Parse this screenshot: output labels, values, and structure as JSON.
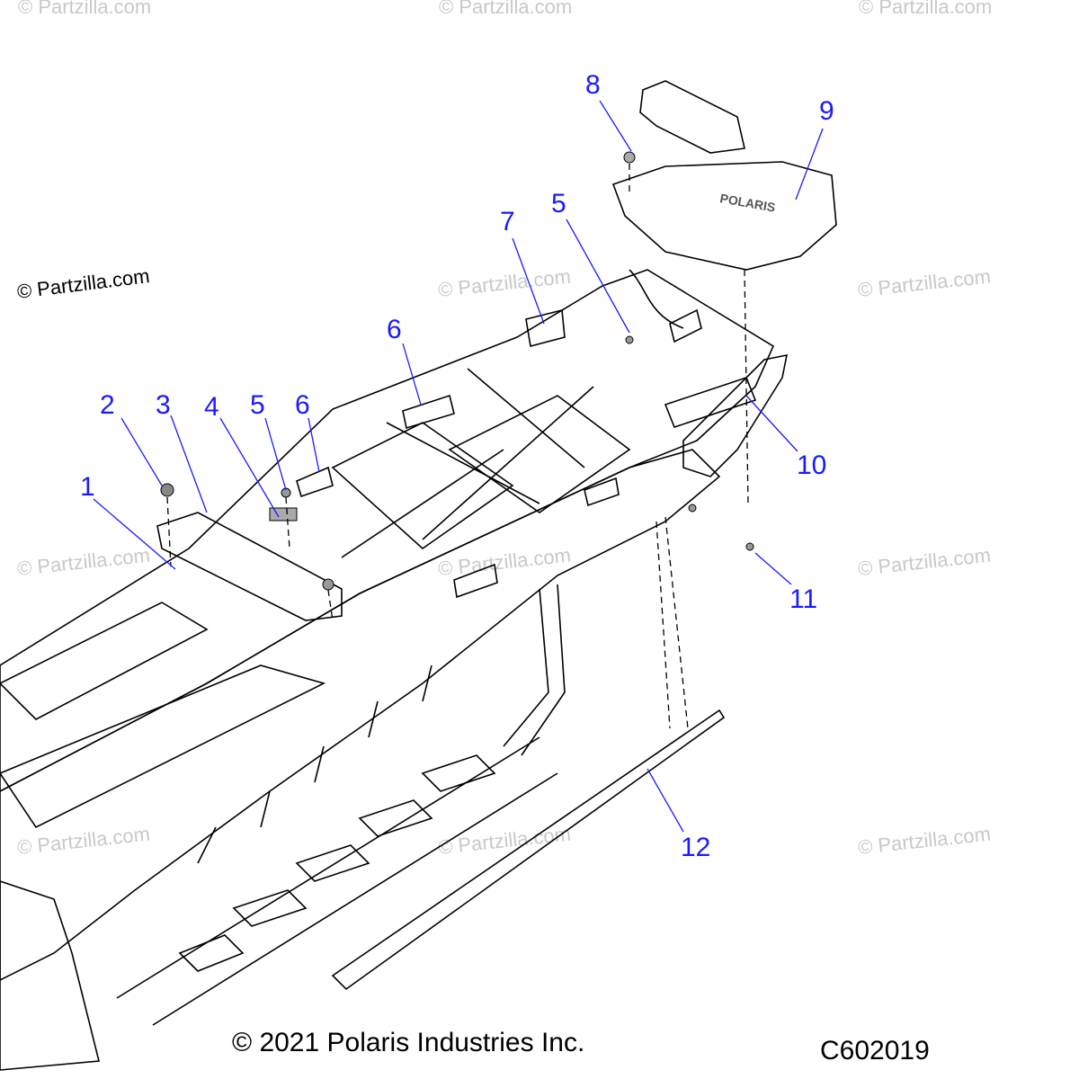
{
  "watermarks": {
    "main": "© Partzilla.com",
    "tile": "© Partzilla.com"
  },
  "callouts": {
    "c1": "1",
    "c2": "2",
    "c3": "3",
    "c4": "4",
    "c5a": "5",
    "c6a": "6",
    "c6b": "6",
    "c7": "7",
    "c5b": "5",
    "c8": "8",
    "c9": "9",
    "c10": "10",
    "c11": "11",
    "c12": "12"
  },
  "part_text": {
    "logo": "POLARIS"
  },
  "footer": {
    "copyright": "© 2021 Polaris Industries Inc.",
    "diagram_code": "C602019"
  },
  "colors": {
    "callout": "#1a1aff",
    "watermark": "#c8c8c8",
    "line": "#000000"
  }
}
